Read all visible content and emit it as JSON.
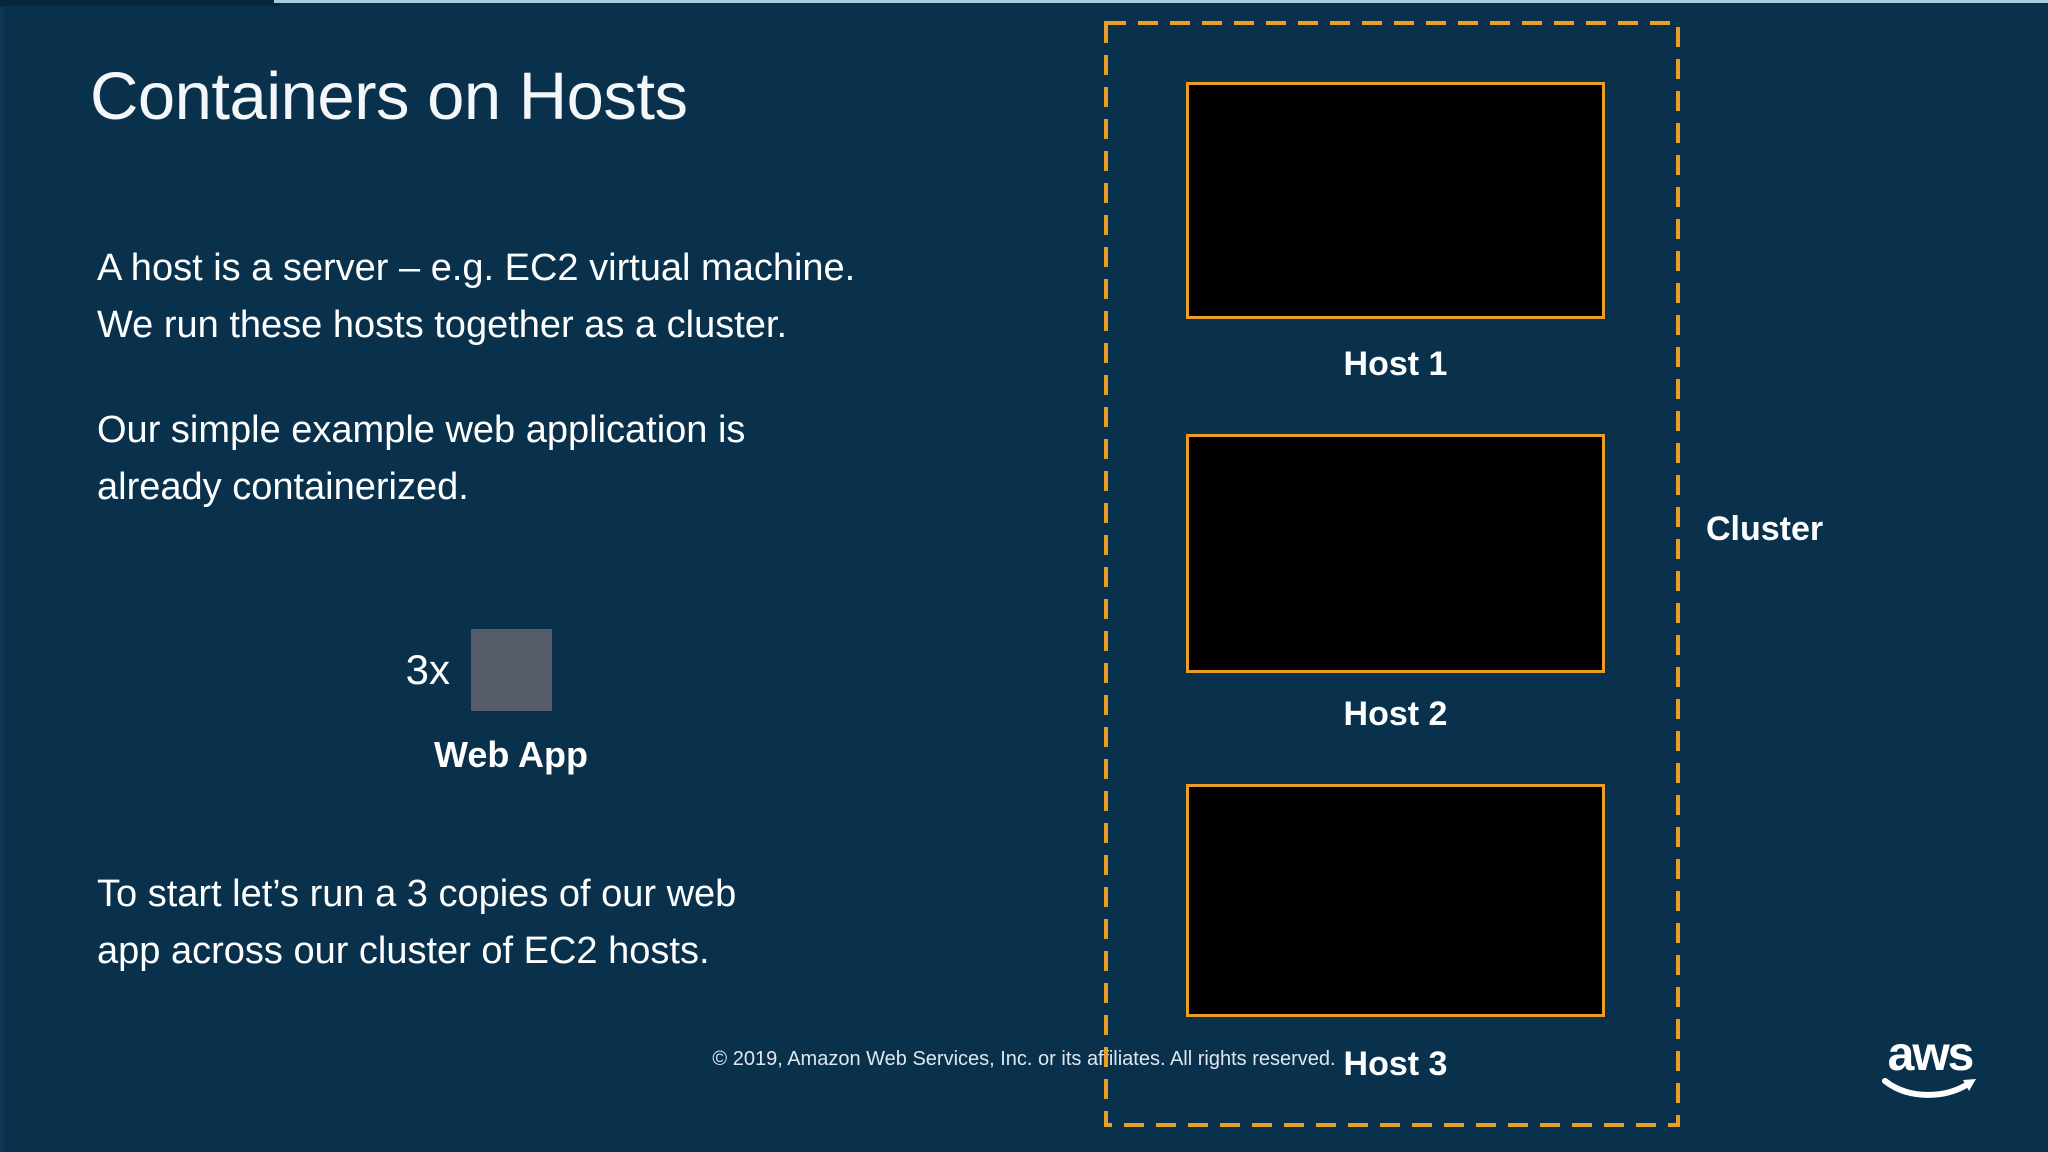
{
  "colors": {
    "background": "#0A314C",
    "accent_orange": "#EC9D26",
    "host_fill": "#010101",
    "web_app_gray": "#565D69",
    "top_edge_highlight": "#A8CADF",
    "text_white": "#FFFFFF"
  },
  "slide": {
    "title": "Containers on Hosts",
    "body": {
      "paragraph_1": "A host is a server – e.g. EC2 virtual machine.\nWe run these hosts together as a cluster.",
      "paragraph_2": "Our simple example web application is\nalready containerized.",
      "paragraph_3": "To start let’s run a 3 copies of our web\napp across our cluster of EC2 hosts."
    },
    "web_app_figure": {
      "multiplier": "3x",
      "label": "Web App"
    },
    "footer": "© 2019, Amazon Web Services, Inc. or its affiliates. All rights reserved."
  },
  "diagram": {
    "cluster_label": "Cluster",
    "hosts": [
      {
        "label": "Host 1"
      },
      {
        "label": "Host 2"
      },
      {
        "label": "Host 3"
      }
    ]
  },
  "logo": {
    "text": "aws"
  }
}
